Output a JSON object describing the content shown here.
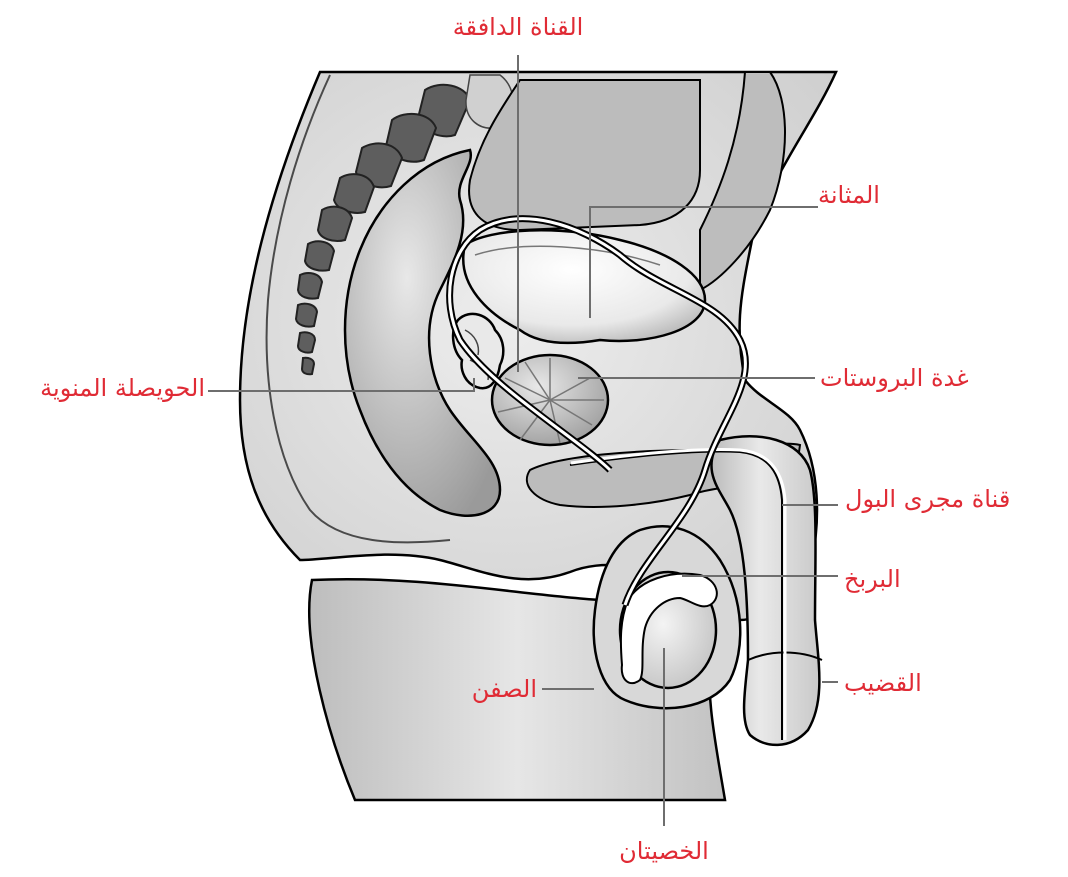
{
  "labels": {
    "vas_deferens": "القناة الدافقة",
    "bladder": "المثانة",
    "seminal_vesicle": "الحويصلة المنوية",
    "prostate": "غدة البروستات",
    "urethra": "قناة مجرى البول",
    "epididymis": "البربخ",
    "penis": "القضيب",
    "scrotum": "الصفن",
    "testicles": "الخصيتان"
  },
  "colors": {
    "label": "#e02b35",
    "leader": "#6e6e6e",
    "tissue_light": "#e2e2e2",
    "tissue_mid": "#c4c4c4",
    "tissue_dark": "#8a8a8a",
    "vertebra": "#5e5e5e"
  }
}
